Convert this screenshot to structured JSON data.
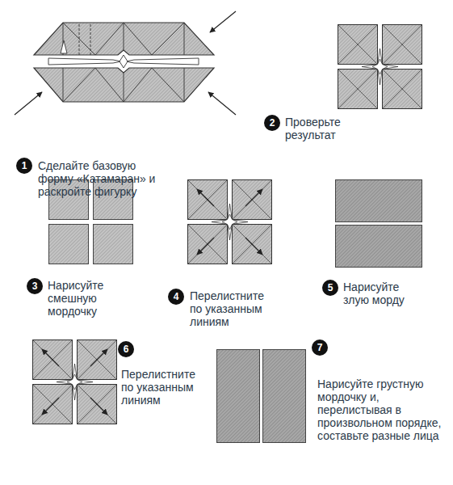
{
  "diagram": {
    "nodes": [
      {
        "text": [
          "1",
          "Сделайте базовую форму «Катамаран» и раскройте фигурку"
        ]
      },
      {
        "text": [
          "2",
          "Проверьте результат"
        ]
      },
      {
        "text": [
          "3",
          "Нарисуйте смешную мордочку"
        ]
      },
      {
        "text": [
          "4",
          "Перелистните по указанным линиям"
        ]
      },
      {
        "text": [
          "5",
          "Нарисуйте злую морду"
        ]
      },
      {
        "text": [
          "6",
          "Перелистните по указанным линиям"
        ]
      },
      {
        "text": [
          "7",
          "Нарисуйте грустную мордочку и, перелистывая в произвольном порядке, составьте разные лица"
        ]
      }
    ]
  }
}
